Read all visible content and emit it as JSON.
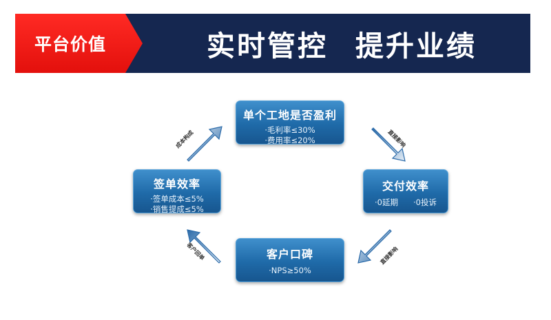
{
  "header": {
    "tag": "平台价值",
    "headline_part1": "实时管控",
    "headline_part2": "提升业绩"
  },
  "nodes": {
    "top": {
      "title": "单个工地是否盈利",
      "details": [
        "·毛利率≤30%",
        "·费用率≤20%"
      ]
    },
    "left": {
      "title": "签单效率",
      "details": [
        "·签单成本≤5%",
        "·销售提成≤5%"
      ]
    },
    "right": {
      "title": "交付效率",
      "details": [
        "·0延期",
        "·0投诉"
      ]
    },
    "bottom": {
      "title": "客户口碑",
      "details": [
        "·NPS≥50%"
      ]
    }
  },
  "arrows": {
    "left_to_top": "成本构成",
    "top_to_right": "直接影响",
    "right_to_bottom": "直接影响",
    "bottom_to_left": "客户回单"
  },
  "colors": {
    "banner": "#152750",
    "tag": "#e3100c",
    "node": "#1f6aa8",
    "arrow": "#2c6fb0"
  }
}
